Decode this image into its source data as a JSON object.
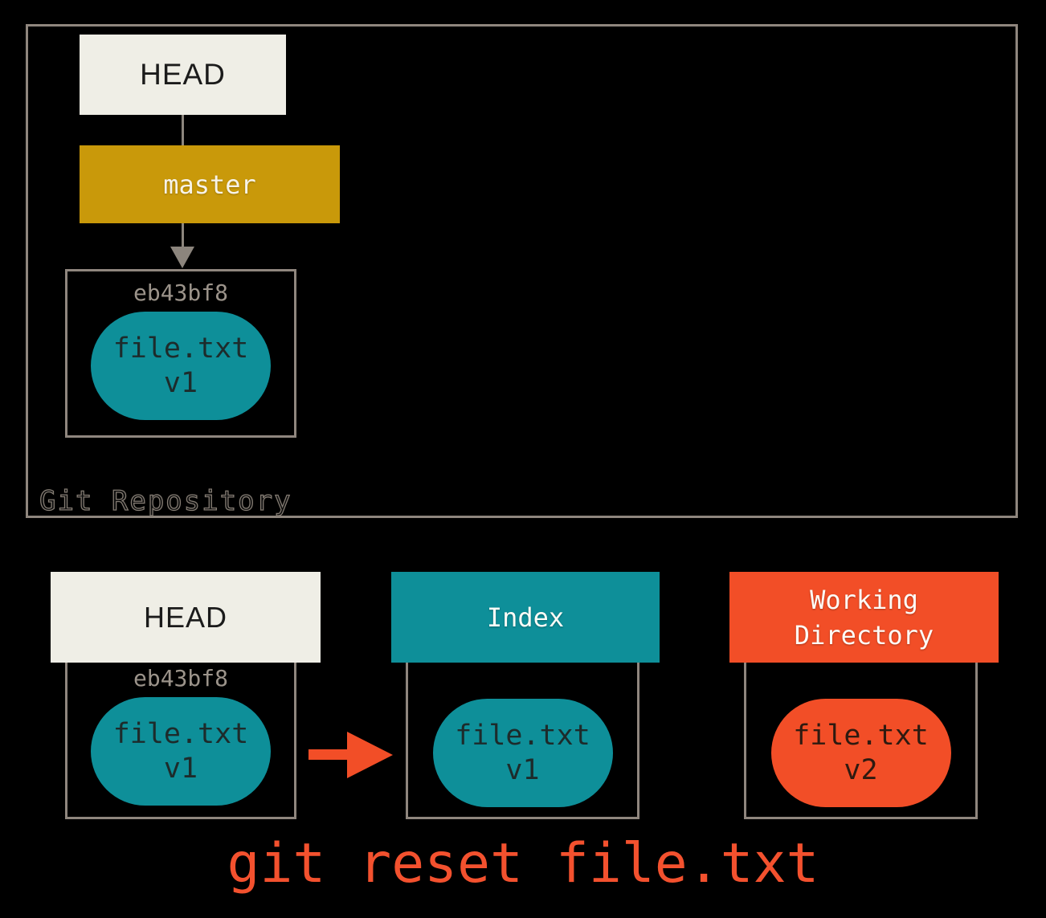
{
  "caption": "git reset file.txt",
  "repository": {
    "label": "Git Repository",
    "head": "HEAD",
    "branch": "master",
    "commit_hash": "eb43bf8",
    "file_name": "file.txt",
    "file_version": "v1"
  },
  "columns": {
    "head": {
      "title": "HEAD",
      "hash": "eb43bf8",
      "file_name": "file.txt",
      "file_version": "v1"
    },
    "index": {
      "title": "Index",
      "file_name": "file.txt",
      "file_version": "v1"
    },
    "working_directory": {
      "title_lines": [
        "Working",
        "Directory"
      ],
      "file_name": "file.txt",
      "file_version": "v2"
    }
  },
  "colors": {
    "background": "#000000",
    "border": "#8f867e",
    "gray_line": "#8c857d",
    "offwhite": "#efeee6",
    "gold": "#c9990a",
    "teal": "#0e8f99",
    "orange": "#f24e27",
    "accent_red": "#f3512e",
    "hash_text": "#9b938a"
  }
}
